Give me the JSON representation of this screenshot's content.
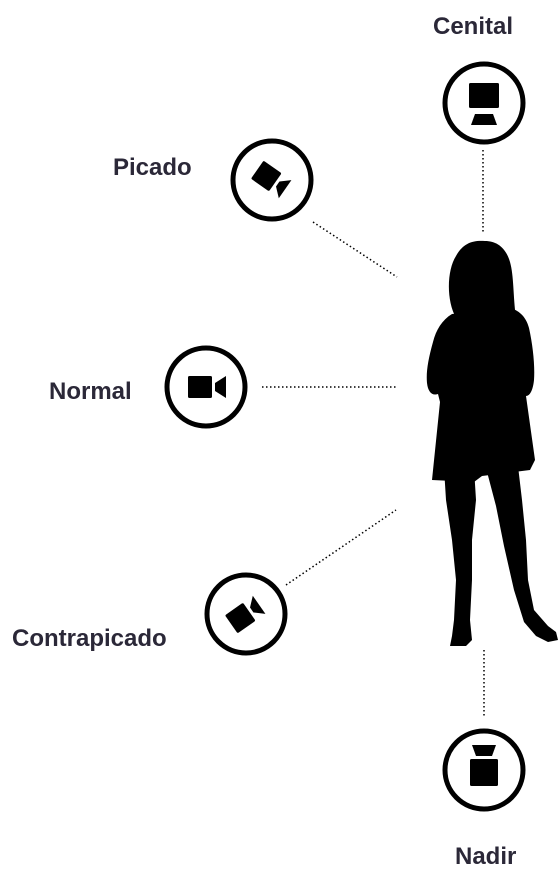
{
  "angles": {
    "cenital": {
      "label": "Cenital",
      "icon": "overhead-camera-icon"
    },
    "picado": {
      "label": "Picado",
      "icon": "high-angle-camera-icon"
    },
    "normal": {
      "label": "Normal",
      "icon": "eye-level-camera-icon"
    },
    "contrapicado": {
      "label": "Contrapicado",
      "icon": "low-angle-camera-icon"
    },
    "nadir": {
      "label": "Nadir",
      "icon": "under-camera-icon"
    }
  },
  "subject": {
    "icon": "woman-silhouette-icon"
  },
  "colors": {
    "ink": "#000000",
    "label": "#2b2838",
    "background": "#ffffff"
  }
}
